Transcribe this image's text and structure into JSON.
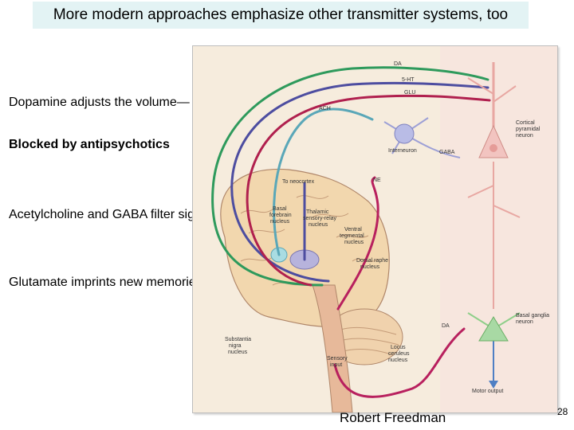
{
  "slide": {
    "title": "More modern approaches emphasize other transmitter systems, too",
    "credit": "Robert Freedman",
    "page_number": "28"
  },
  "notes": {
    "dopamine": "Dopamine adjusts the volume—",
    "blocked": "Blocked by antipsychotics",
    "acetylcholine": "Acetylcholine and GABA filter signal from noise",
    "glutamate": "Glutamate imprints new memories"
  },
  "figure": {
    "transmitters": {
      "da_top": "DA",
      "ht5": "5-HT",
      "glu": "GLU",
      "ach": "ACH",
      "gaba": "GABA",
      "ne": "NE",
      "da_bottom": "DA"
    },
    "neurons": {
      "interneuron": "Interneuron",
      "cortical": [
        "Cortical",
        "pyramidal",
        "neuron"
      ],
      "basal_ganglia": [
        "Basal ganglia",
        "neuron"
      ]
    },
    "regions": {
      "to_neocortex": "To neocortex",
      "basal_forebrain": [
        "Basal",
        "forebrain",
        "nucleus"
      ],
      "thalamic": [
        "Thalamic",
        "sensory-relay",
        "nucleus"
      ],
      "vta": [
        "Ventral",
        "tegmental",
        "nucleus"
      ],
      "raphe": [
        "Dorsal raphe",
        "nucleus"
      ],
      "substantia": [
        "Substantia",
        "nigra",
        "nucleus"
      ],
      "locus": [
        "Locus",
        "ceruleus",
        "nucleus"
      ],
      "sensory": [
        "Sensory",
        "input"
      ],
      "motor": "Motor output"
    },
    "colors": {
      "dopamine": "#2e9a5c",
      "serotonin": "#4d4da0",
      "glutamate": "#b0204e",
      "acetylcholine": "#5aa7b8",
      "norepinephrine": "#b8205e",
      "gaba": "#6a3a8a",
      "cortical_neuron": "#f2c4c0",
      "interneuron": "#b9bce6",
      "basal_ganglia_neuron": "#a8d9a4",
      "brain": "#f2d7ae",
      "background": "#f6ecdd"
    }
  }
}
